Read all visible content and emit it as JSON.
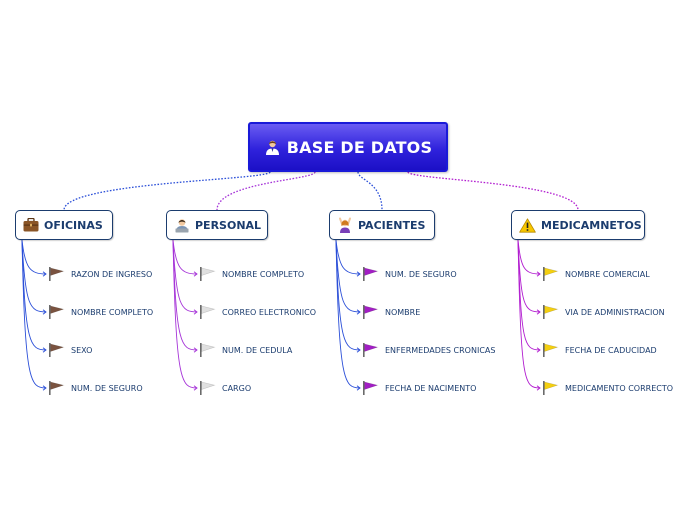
{
  "root": {
    "label": "BASE DE DATOS",
    "icon": "person-icon"
  },
  "branches": [
    {
      "id": "oficinas",
      "label": "OFICINAS",
      "icon": "briefcase-icon",
      "color": "#2b4fd8",
      "flag_color": "#7a5340",
      "items": [
        "RAZON DE INGRESO",
        "NOMBRE COMPLETO",
        "SEXO",
        "NUM. DE SEGURO"
      ]
    },
    {
      "id": "personal",
      "label": "PERSONAL",
      "icon": "person-at-laptop-icon",
      "color": "#a634d8",
      "flag_color": "#e0e0e0",
      "items": [
        "NOMBRE COMPLETO",
        "CORREO ELECTRONICO",
        "NUM. DE CEDULA",
        "CARGO"
      ]
    },
    {
      "id": "pacientes",
      "label": "PACIENTES",
      "icon": "person-raising-hands-icon",
      "color": "#2b4fd8",
      "flag_color": "#a21ec4",
      "items": [
        "NUM. DE SEGURO",
        "NOMBRE",
        "ENFERMEDADES CRONICAS",
        "FECHA DE NACIMENTO"
      ]
    },
    {
      "id": "medicamnetos",
      "label": "MEDICAMNETOS",
      "icon": "warning-icon",
      "color": "#b21ed0",
      "flag_color": "#f4cf10",
      "items": [
        "NOMBRE COMERCIAL",
        "VIA DE ADMINISTRACION",
        "FECHA DE CADUCIDAD",
        "MEDICAMENTO CORRECTO"
      ]
    }
  ]
}
